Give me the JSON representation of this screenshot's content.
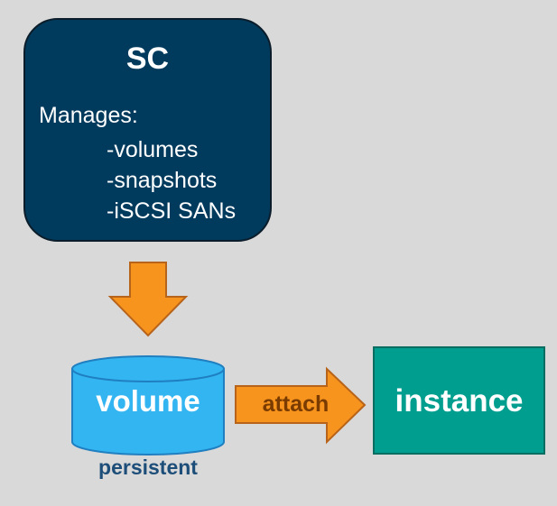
{
  "sc": {
    "title": "SC",
    "manages_label": "Manages:",
    "items": [
      "-volumes",
      "-snapshots",
      "-iSCSI SANs"
    ]
  },
  "volume": {
    "label": "volume",
    "caption": "persistent"
  },
  "attach": {
    "label": "attach"
  },
  "instance": {
    "label": "instance"
  },
  "colors": {
    "background": "#d9d9d9",
    "sc_box": "#003a5c",
    "arrow": "#f7941d",
    "volume": "#33b5f2",
    "instance": "#009e8f",
    "persistent_text": "#1d4e79",
    "attach_text": "#7a3b00"
  }
}
